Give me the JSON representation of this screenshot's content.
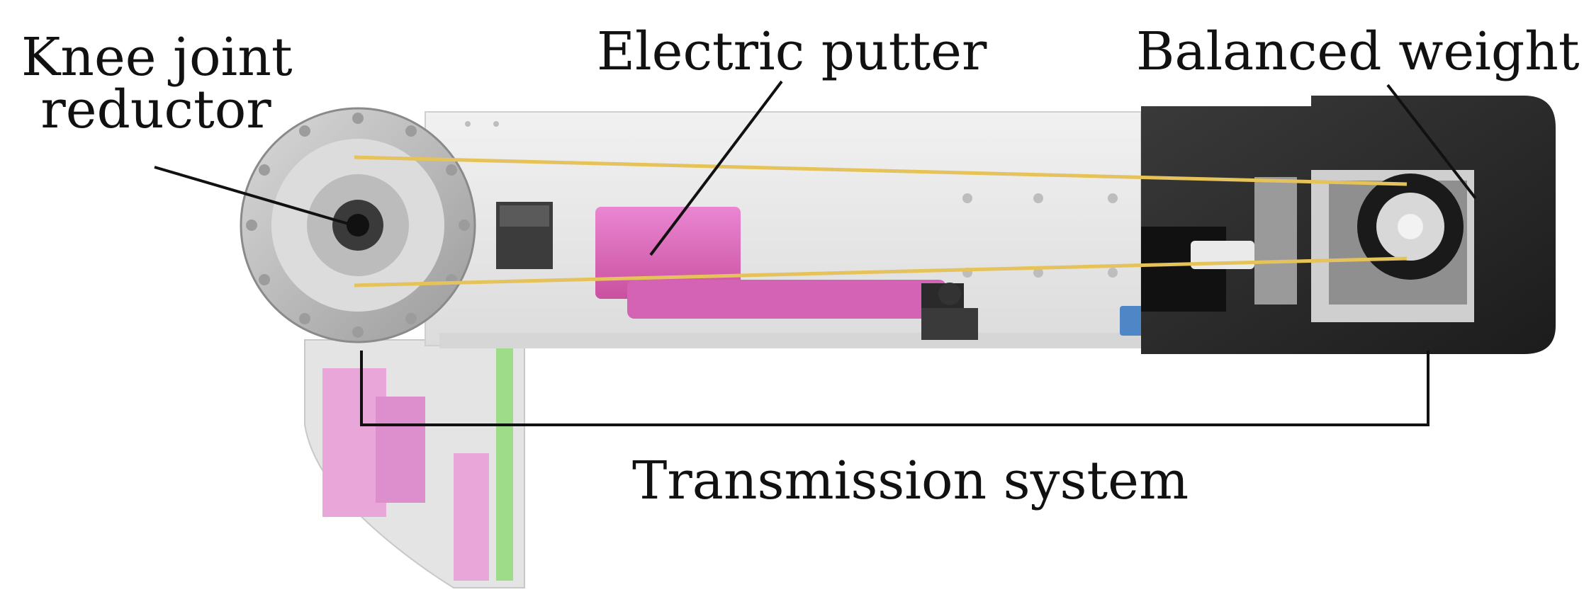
{
  "labels": {
    "knee_line1": "Knee joint",
    "knee_line2": "reductor",
    "electric_putter": "Electric putter",
    "balanced_weight": "Balanced weight",
    "transmission_system": "Transmission system"
  },
  "colors": {
    "frame": "#e9e9e9",
    "putter": "#e06fc3",
    "belt": "#e5c25a",
    "weight_block": "#2b2b2b",
    "sensor": "#4f86c6",
    "lower_leg_pink": "#e8a6d9",
    "lower_leg_green": "#9fdc8a",
    "leader_line": "#111111"
  }
}
